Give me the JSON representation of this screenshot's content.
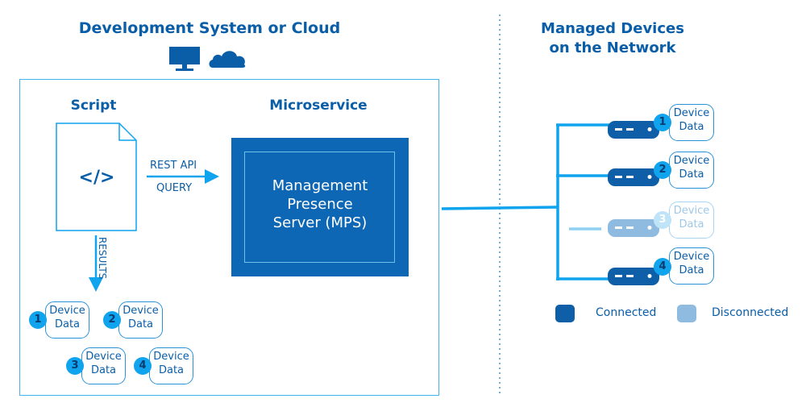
{
  "dev_section": {
    "title": "Development System or Cloud"
  },
  "network_section": {
    "title_line1": "Managed Devices",
    "title_line2": "on the Network"
  },
  "script": {
    "label": "Script",
    "code_glyph": "</>"
  },
  "microservice": {
    "label": "Microservice",
    "line1": "Management",
    "line2": "Presence",
    "line3": "Server (MPS)"
  },
  "arrows": {
    "rest_api": "REST API",
    "query": "QUERY",
    "results": "RESULTS"
  },
  "results_chips": [
    {
      "num": "1",
      "line1": "Device",
      "line2": "Data"
    },
    {
      "num": "2",
      "line1": "Device",
      "line2": "Data"
    },
    {
      "num": "3",
      "line1": "Device",
      "line2": "Data"
    },
    {
      "num": "4",
      "line1": "Device",
      "line2": "Data"
    }
  ],
  "devices": [
    {
      "num": "1",
      "line1": "Device",
      "line2": "Data",
      "status": "connected"
    },
    {
      "num": "2",
      "line1": "Device",
      "line2": "Data",
      "status": "connected"
    },
    {
      "num": "3",
      "line1": "Device",
      "line2": "Data",
      "status": "disconnected"
    },
    {
      "num": "4",
      "line1": "Device",
      "line2": "Data",
      "status": "connected"
    }
  ],
  "legend": {
    "connected": "Connected",
    "disconnected": "Disconnected"
  },
  "colors": {
    "dark_blue": "#0a5ea8",
    "accent": "#10a3ee",
    "light_blue": "#45b3e8",
    "connected": "#0e5fa8",
    "disconnected": "#8fbbe0"
  },
  "icons": [
    "monitor-icon",
    "cloud-icon",
    "file-icon",
    "server-icon"
  ]
}
